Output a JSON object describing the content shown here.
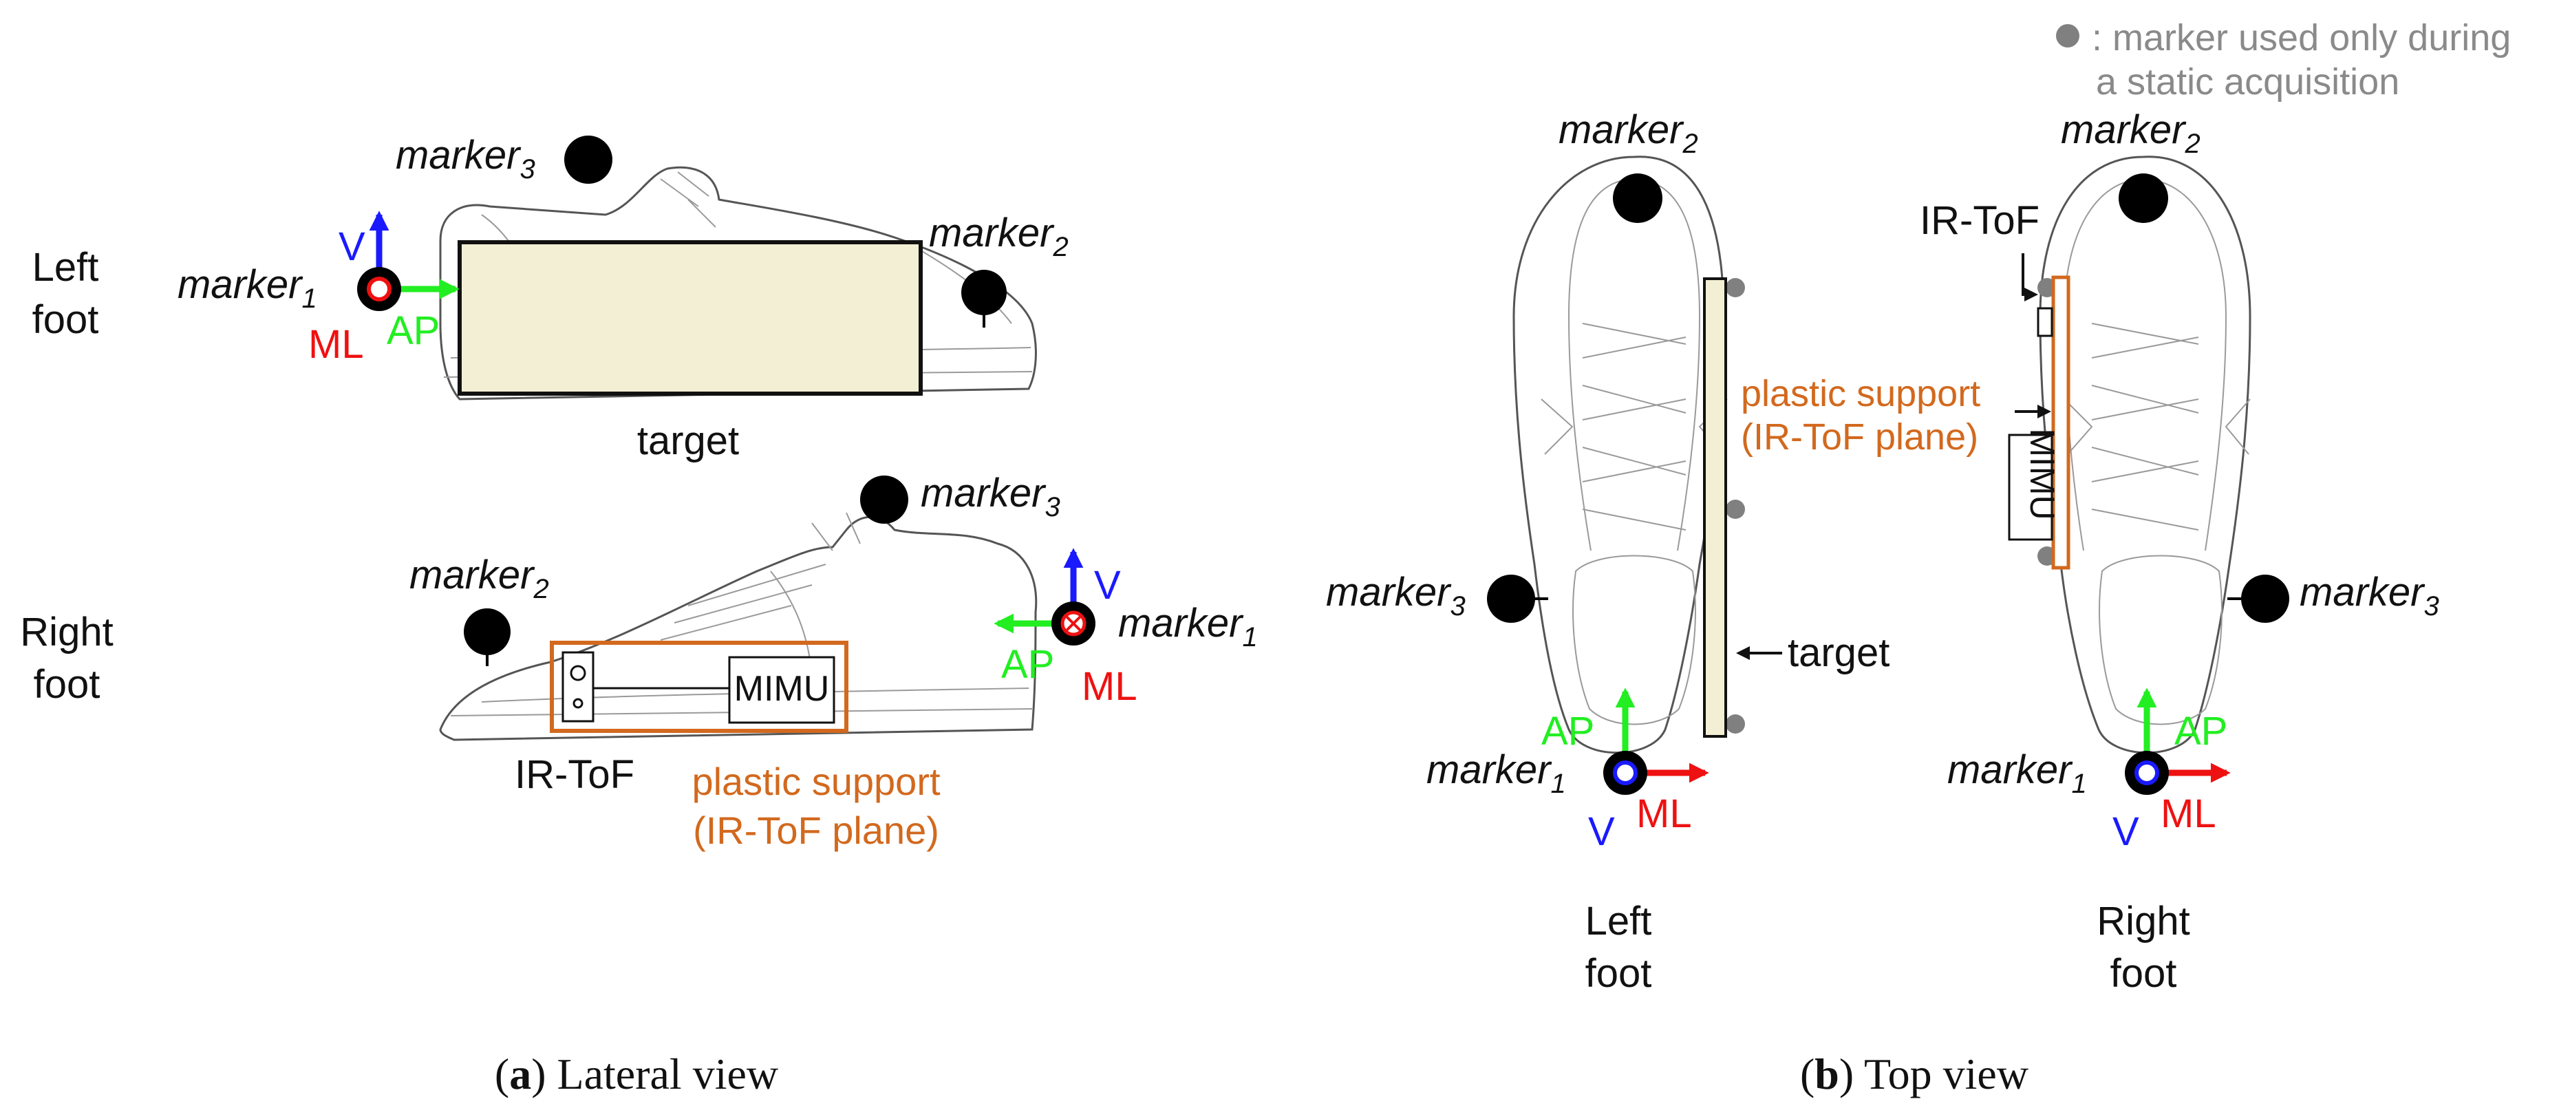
{
  "colors": {
    "vertical_axis": "#1a1aff",
    "antero_posterior_axis": "#22ee22",
    "medio_lateral_axis": "#ee1111",
    "plastic_support": "#d2691e",
    "target_fill": "#f2efd4",
    "marker": "#000000",
    "static_marker": "#808080"
  },
  "legend": {
    "line1": ": marker used only during",
    "line2": "a static acquisition"
  },
  "panel_a": {
    "caption_letter": "a",
    "caption_rest": ") Lateral view",
    "left_foot": {
      "label_line1": "Left",
      "label_line2": "foot",
      "marker1": "marker",
      "marker1_sub": "1",
      "marker2": "marker",
      "marker2_sub": "2",
      "marker3": "marker",
      "marker3_sub": "3",
      "axis_v": "V",
      "axis_ap": "AP",
      "axis_ml": "ML",
      "target": "target"
    },
    "right_foot": {
      "label_line1": "Right",
      "label_line2": "foot",
      "marker1": "marker",
      "marker1_sub": "1",
      "marker2": "marker",
      "marker2_sub": "2",
      "marker3": "marker",
      "marker3_sub": "3",
      "axis_v": "V",
      "axis_ap": "AP",
      "axis_ml": "ML",
      "mimu": "MIMU",
      "ir_tof": "IR-ToF",
      "support_line1": "plastic support",
      "support_line2": "(IR-ToF plane)"
    }
  },
  "panel_b": {
    "caption_letter": "b",
    "caption_rest": ") Top view",
    "left_foot": {
      "label_line1": "Left",
      "label_line2": "foot",
      "marker1": "marker",
      "marker1_sub": "1",
      "marker2": "marker",
      "marker2_sub": "2",
      "marker3": "marker",
      "marker3_sub": "3",
      "axis_v": "V",
      "axis_ap": "AP",
      "axis_ml": "ML",
      "support_line1": "plastic support",
      "support_line2": "(IR-ToF plane)",
      "target": "target"
    },
    "right_foot": {
      "label_line1": "Right",
      "label_line2": "foot",
      "marker1": "marker",
      "marker1_sub": "1",
      "marker2": "marker",
      "marker2_sub": "2",
      "marker3": "marker",
      "marker3_sub": "3",
      "axis_v": "V",
      "axis_ap": "AP",
      "axis_ml": "ML",
      "ir_tof": "IR-ToF",
      "mimu": "MIMU"
    }
  }
}
